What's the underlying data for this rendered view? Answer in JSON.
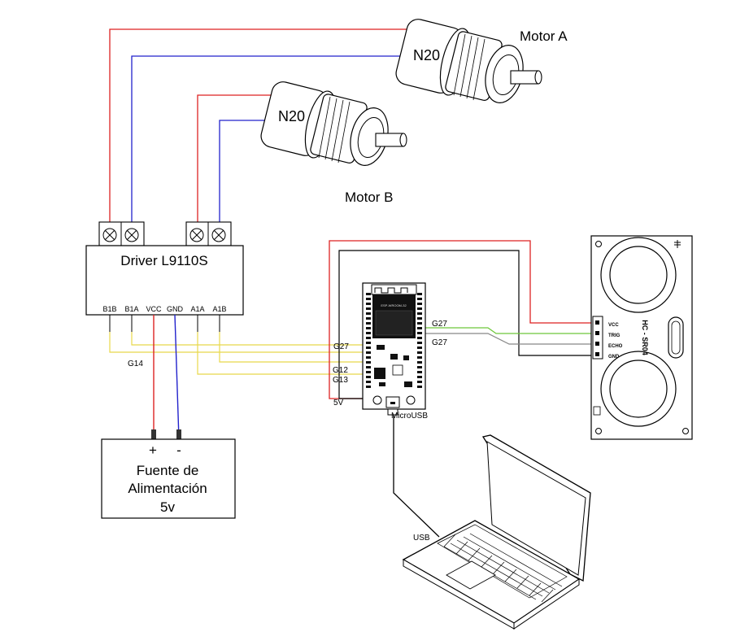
{
  "motors": {
    "a": {
      "body_label": "N20",
      "title": "Motor A"
    },
    "b": {
      "body_label": "N20",
      "title": "Motor B"
    }
  },
  "driver": {
    "title": "Driver L9110S",
    "pins": [
      "B1B",
      "B1A",
      "VCC",
      "GND",
      "A1A",
      "A1B"
    ]
  },
  "power_supply": {
    "plus": "+",
    "minus": "-",
    "line1": "Fuente de",
    "line2": "Alimentación",
    "line3": "5v"
  },
  "esp32": {
    "module_text": "ESP-WROOM-32",
    "labels": {
      "g27_left": "G27",
      "g12": "G12",
      "g13": "G13",
      "five_v": "5V",
      "g27_right_top": "G27",
      "g27_right_bottom": "G27",
      "microusb": "MicroUSB",
      "g14": "G14"
    }
  },
  "sensor": {
    "pins": [
      "VCC",
      "TRIG",
      "ECHO",
      "GND"
    ],
    "model_text": "HC - SR04"
  },
  "laptop": {
    "usb_label": "USB"
  },
  "colors": {
    "red": "#dd2222",
    "blue": "#2222cc",
    "yellow": "#e8d84a",
    "green": "#6ec83a",
    "gray": "#888888",
    "black": "#000000"
  }
}
